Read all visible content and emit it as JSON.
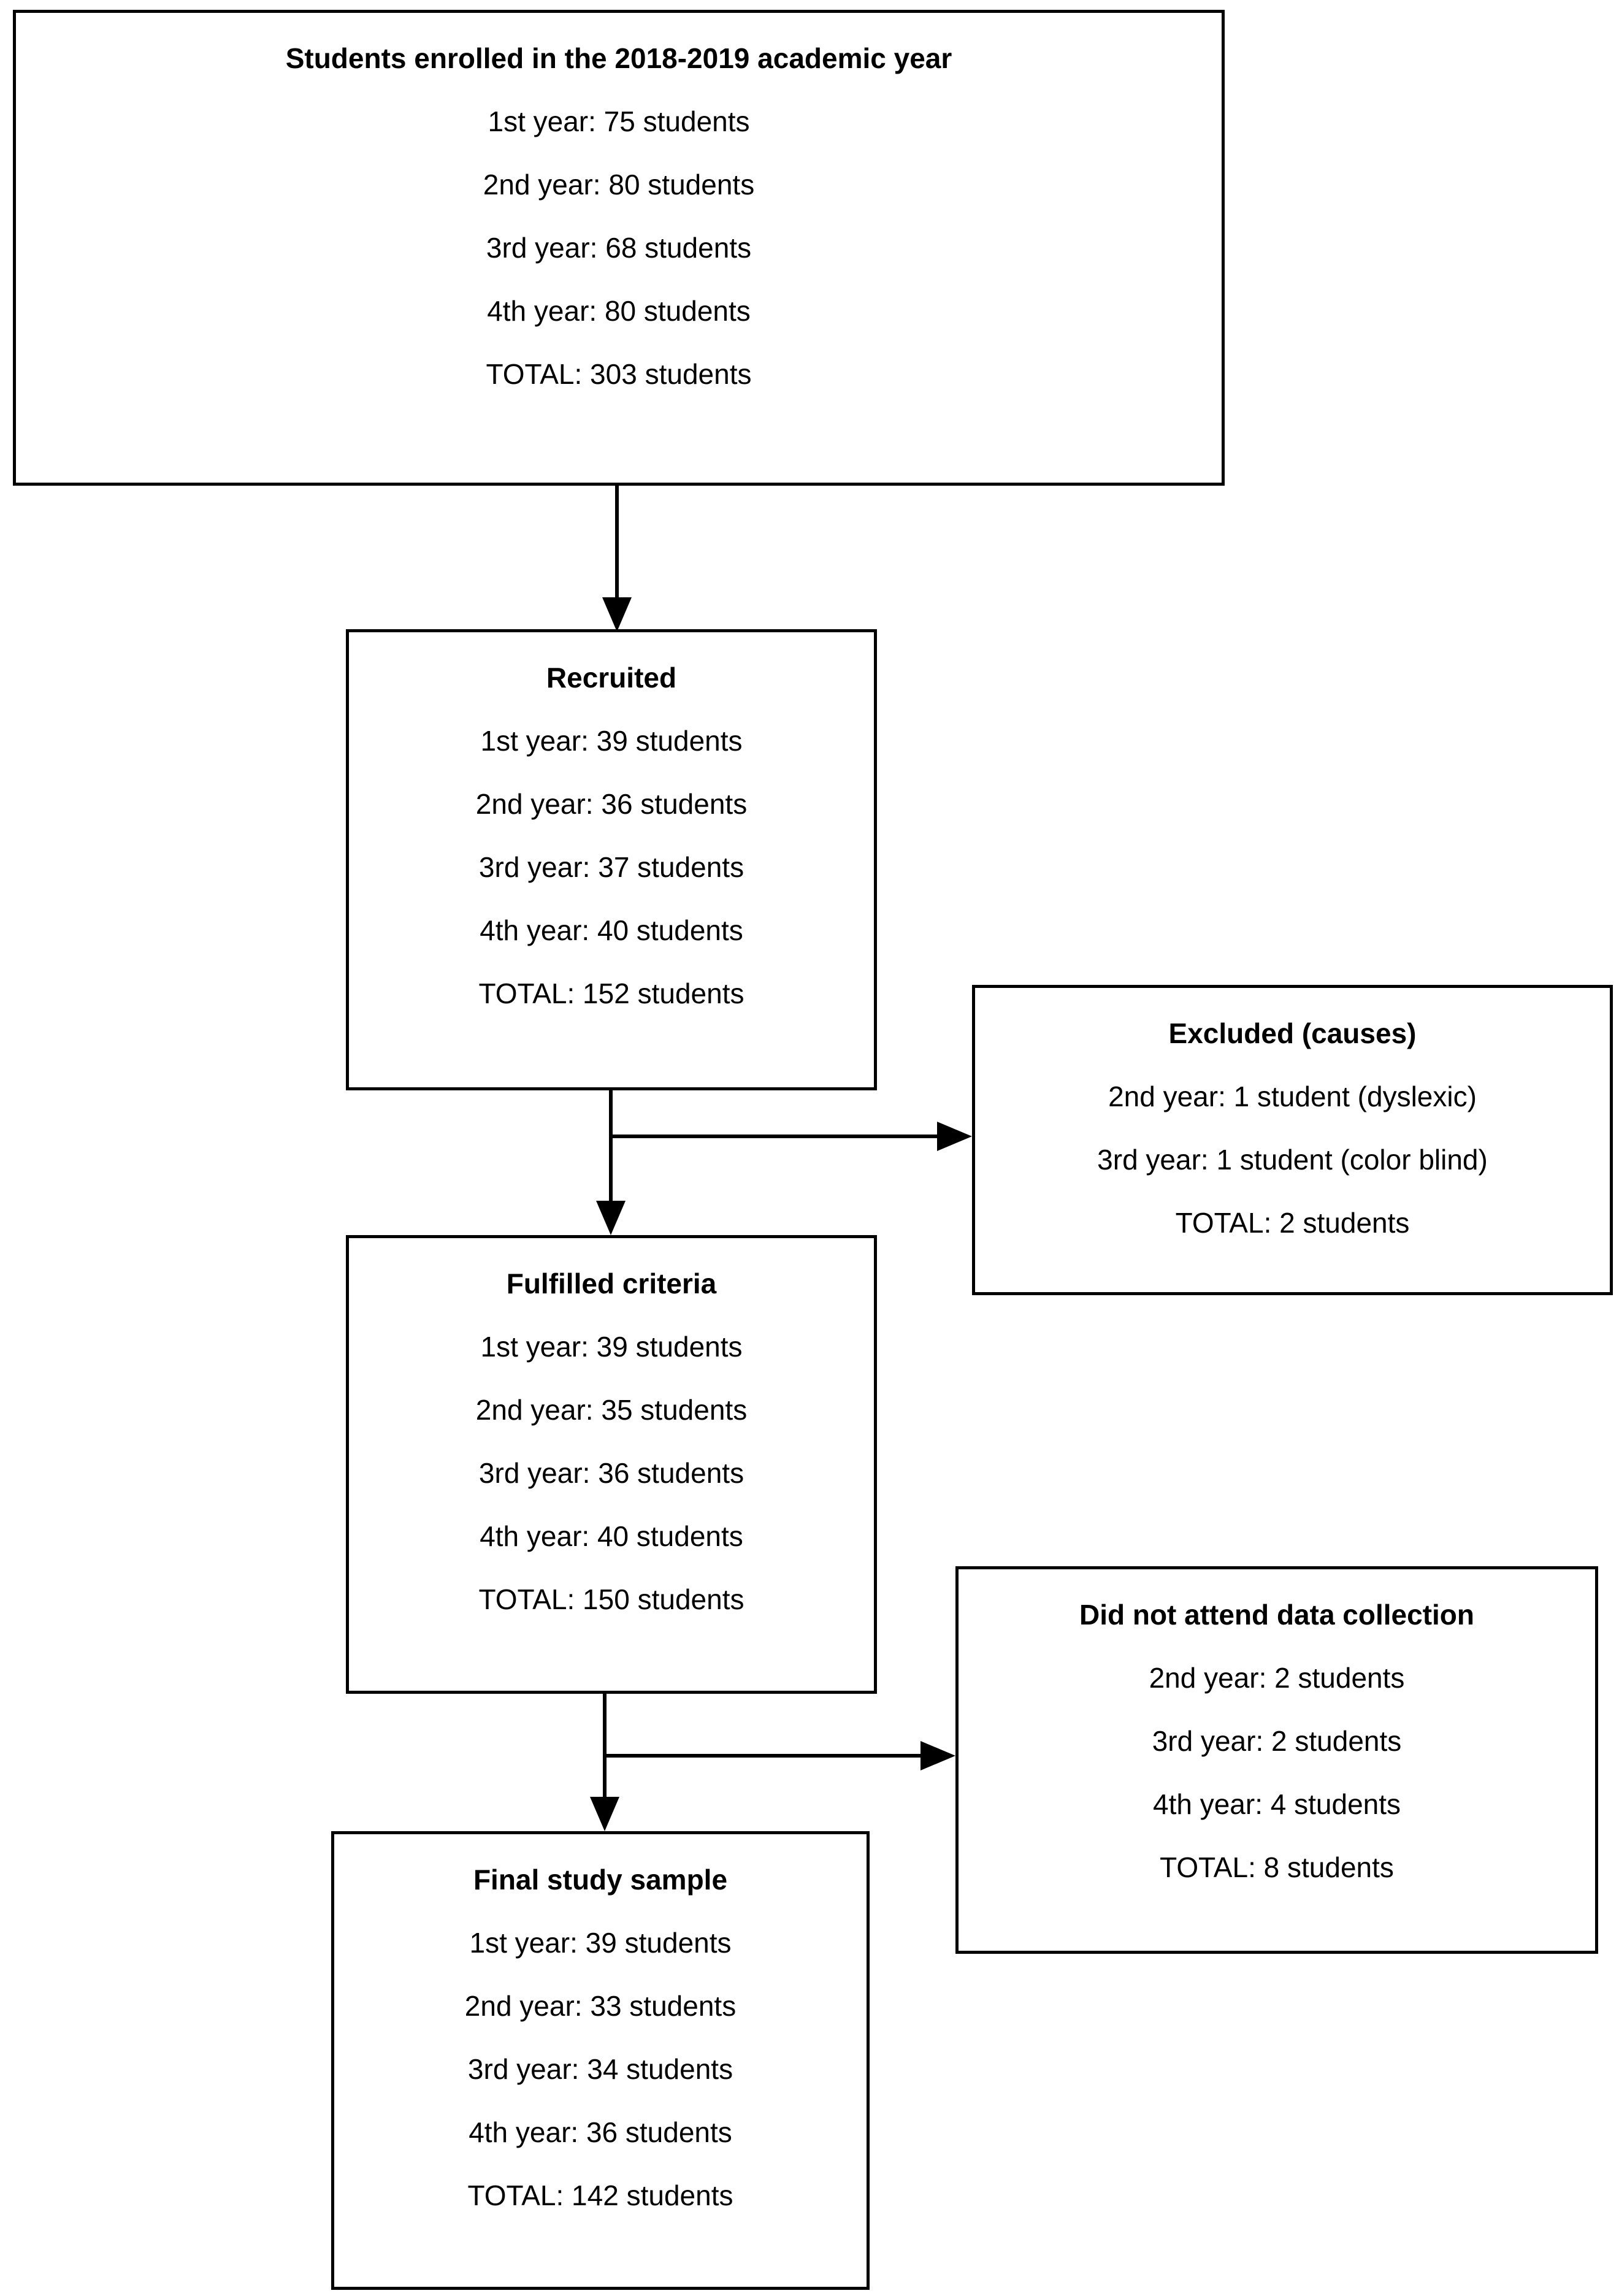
{
  "page": {
    "background_color": "#ffffff",
    "line_color": "#000000",
    "text_color": "#000000"
  },
  "flowchart": {
    "boxes": [
      {
        "id": "enrolled",
        "title": "Students enrolled in the 2018-2019 academic year",
        "lines": [
          "1st year: 75 students",
          "2nd year: 80 students",
          "3rd year: 68 students",
          "4th year: 80 students",
          "TOTAL: 303 students"
        ]
      },
      {
        "id": "recruited",
        "title": "Recruited",
        "lines": [
          "1st year: 39 students",
          "2nd year: 36 students",
          "3rd year: 37 students",
          "4th year: 40 students",
          "TOTAL: 152 students"
        ]
      },
      {
        "id": "excluded",
        "title": "Excluded (causes)",
        "lines": [
          "2nd year: 1 student (dyslexic)",
          "3rd year: 1 student (color blind)",
          "TOTAL: 2 students"
        ]
      },
      {
        "id": "fulfilled",
        "title": "Fulfilled criteria",
        "lines": [
          "1st year: 39 students",
          "2nd year: 35 students",
          "3rd year: 36 students",
          "4th year: 40 students",
          "TOTAL: 150 students"
        ]
      },
      {
        "id": "did-not-attend",
        "title": "Did not attend data collection",
        "lines": [
          "2nd year: 2 students",
          "3rd year: 2 students",
          "4th year: 4 students",
          "TOTAL: 8 students"
        ]
      },
      {
        "id": "final-sample",
        "title": "Final study sample",
        "lines": [
          "1st year: 39 students",
          "2nd year: 33 students",
          "3rd year: 34 students",
          "4th year: 36 students",
          "TOTAL: 142 students"
        ]
      }
    ]
  }
}
